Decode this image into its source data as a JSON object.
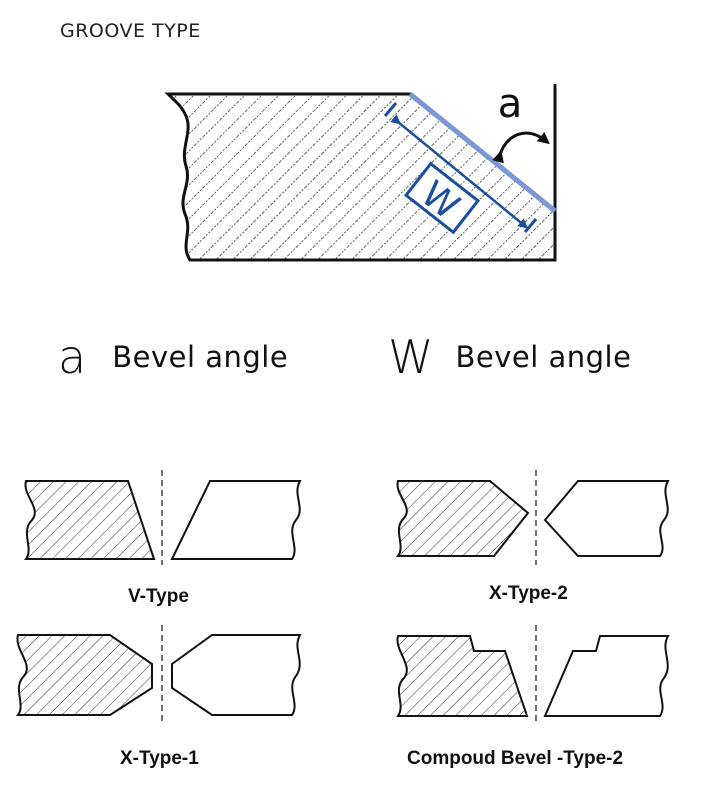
{
  "title": "GROOVE TYPE",
  "main_diagram": {
    "angle_symbol": "a",
    "width_symbol": "W"
  },
  "legend": [
    {
      "symbol": "a",
      "label": "Bevel angle"
    },
    {
      "symbol": "W",
      "label": "Bevel angle"
    }
  ],
  "groove_types": [
    {
      "caption": "V-Type"
    },
    {
      "caption": "X-Type-2"
    },
    {
      "caption": "X-Type-1"
    },
    {
      "caption": "Compoud Bevel -Type-2"
    }
  ],
  "colors": {
    "accent_blue": "#1a4fa0",
    "bevel_line": "#7b96d6",
    "outline": "#111111"
  }
}
